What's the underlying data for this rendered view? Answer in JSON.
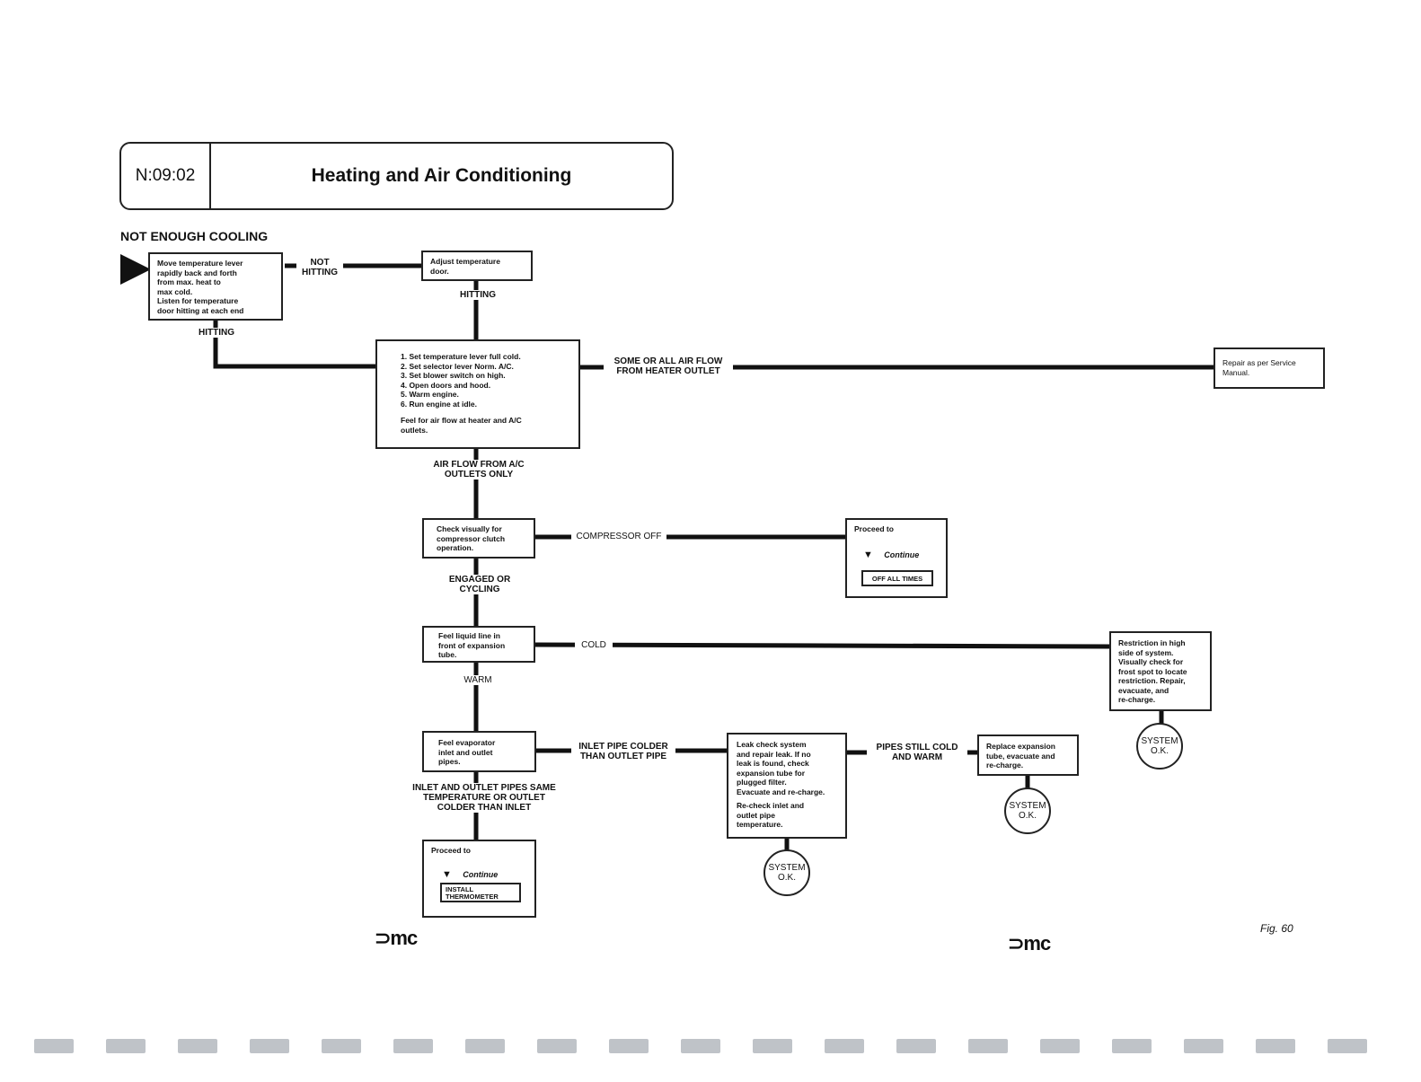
{
  "header": {
    "code": "N:09:02",
    "title": "Heating and Air Conditioning"
  },
  "subtitle": "NOT ENOUGH COOLING",
  "boxes": {
    "move_lever": [
      "Move temperature lever",
      "rapidly back and forth",
      "from max. heat to",
      "max cold.",
      "Listen for temperature",
      "door hitting at each end"
    ],
    "adjust_door": [
      "Adjust temperature",
      "door."
    ],
    "setup_steps": [
      "1.  Set temperature lever full cold.",
      "2.  Set selector lever Norm. A/C.",
      "3.  Set blower switch on high.",
      "4.  Open doors and hood.",
      "5.  Warm engine.",
      "6.  Run engine at idle.",
      "",
      "Feel for air flow at heater and A/C",
      "outlets."
    ],
    "repair_manual": [
      "Repair as per Service",
      "Manual."
    ],
    "check_clutch": [
      "Check visually for",
      "compressor clutch",
      "operation."
    ],
    "proceed_off": {
      "title": "Proceed to",
      "continue": "Continue",
      "target": "OFF ALL TIMES"
    },
    "feel_liquid": [
      "Feel liquid line in",
      "front of expansion",
      "tube."
    ],
    "restriction": [
      "Restriction in high",
      "side of system.",
      "Visually check for",
      "frost spot to locate",
      "restriction. Repair,",
      "evacuate, and",
      "re-charge."
    ],
    "feel_evaporator": [
      "Feel evaporator",
      "inlet and outlet",
      "pipes."
    ],
    "leak_check": [
      "Leak check system",
      "and repair leak. If no",
      "leak is found, check",
      "expansion tube for",
      "plugged filter.",
      "Evacuate and re-charge.",
      "",
      "Re-check inlet and",
      "outlet pipe",
      "temperature."
    ],
    "replace_tube": [
      "Replace expansion",
      "tube, evacuate and",
      "re-charge."
    ],
    "proceed_thermo": {
      "title": "Proceed to",
      "continue": "Continue",
      "target": "INSTALL THERMOMETER"
    }
  },
  "labels": {
    "not_hitting": "NOT HITTING",
    "hitting_1": "HITTING",
    "hitting_2": "HITTING",
    "some_air": "SOME OR ALL AIR FLOW FROM HEATER OUTLET",
    "air_ac_only": "AIR FLOW FROM A/C OUTLETS ONLY",
    "compressor_off": "COMPRESSOR OFF",
    "engaged": "ENGAGED OR CYCLING",
    "cold": "COLD",
    "warm": "WARM",
    "inlet_colder": "INLET PIPE COLDER THAN OUTLET PIPE",
    "pipes_still": "PIPES STILL COLD AND WARM",
    "same_temp": "INLET AND OUTLET PIPES SAME TEMPERATURE OR OUTLET COLDER THAN INLET"
  },
  "system_ok": [
    "SYSTEM",
    "O.K."
  ],
  "logo": "⊃mc",
  "figure": "Fig. 60"
}
